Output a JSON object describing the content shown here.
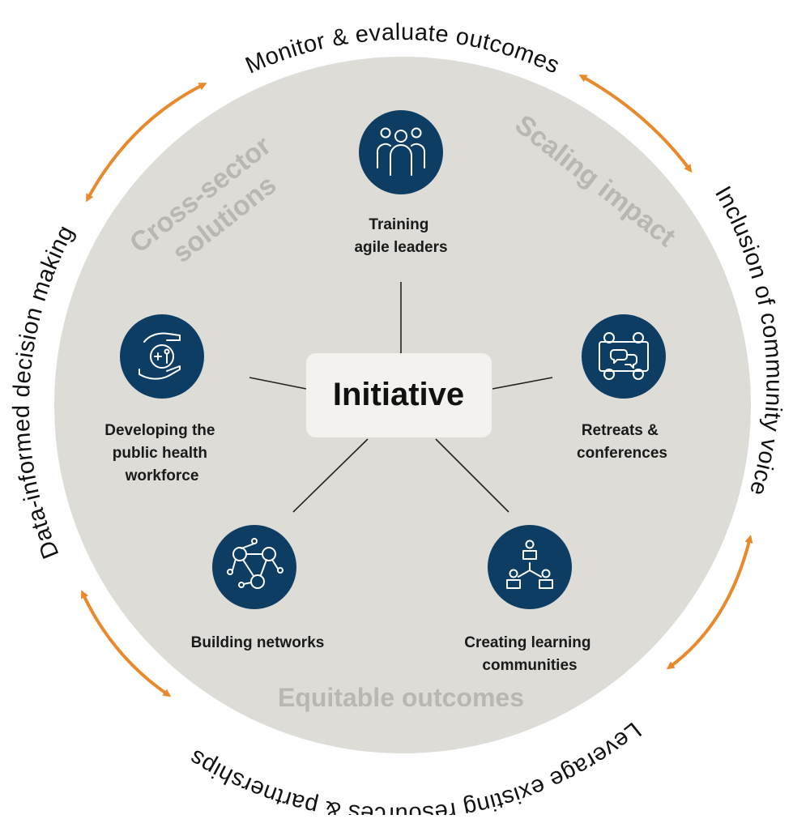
{
  "center": {
    "label": "Initiative"
  },
  "nodes": [
    {
      "id": "training",
      "icon": "group-of-people-icon",
      "lines": [
        "Training",
        "agile leaders"
      ]
    },
    {
      "id": "retreats",
      "icon": "meeting-chat-icon",
      "lines": [
        "Retreats &",
        "conferences"
      ]
    },
    {
      "id": "learning",
      "icon": "teacher-students-icon",
      "lines": [
        "Creating learning",
        "communities"
      ]
    },
    {
      "id": "networks",
      "icon": "network-people-icon",
      "lines": [
        "Building networks"
      ]
    },
    {
      "id": "workforce",
      "icon": "hand-health-people-icon",
      "lines": [
        "Developing the",
        "public health",
        "workforce"
      ]
    }
  ],
  "watermarks": {
    "cross_sector": [
      "Cross-sector",
      "solutions"
    ],
    "scaling": "Scaling impact",
    "equitable": "Equitable outcomes"
  },
  "ring_labels": {
    "top": "Monitor & evaluate outcomes",
    "right": "Inclusion of community voice",
    "bottom": "Leverage existing resources & partnerships",
    "left": "Data-informed decision making"
  },
  "colors": {
    "circle_fill": "#dddcd7",
    "node_fill": "#0e3d63",
    "arrow": "#e8892b",
    "center_box": "#f3f2ef"
  }
}
